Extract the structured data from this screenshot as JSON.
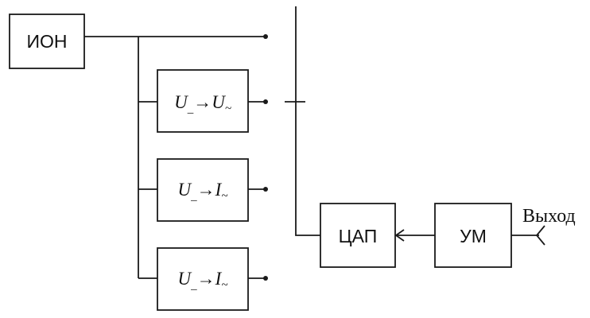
{
  "blocks": {
    "ion": {
      "label": "ИОН"
    },
    "conv_uu": {
      "from": "U",
      "to": "U",
      "from_sub": "_",
      "to_sub": "~",
      "arrow": "→"
    },
    "conv_ui_1": {
      "from": "U",
      "to": "I",
      "from_sub": "_",
      "to_sub": "~",
      "arrow": "→"
    },
    "conv_ui_2": {
      "from": "U",
      "to": "I",
      "from_sub": "_",
      "to_sub": "~",
      "arrow": "→"
    },
    "dac": {
      "label": "ЦАП"
    },
    "power_amp": {
      "label": "УМ"
    }
  },
  "output_label": "Выход"
}
